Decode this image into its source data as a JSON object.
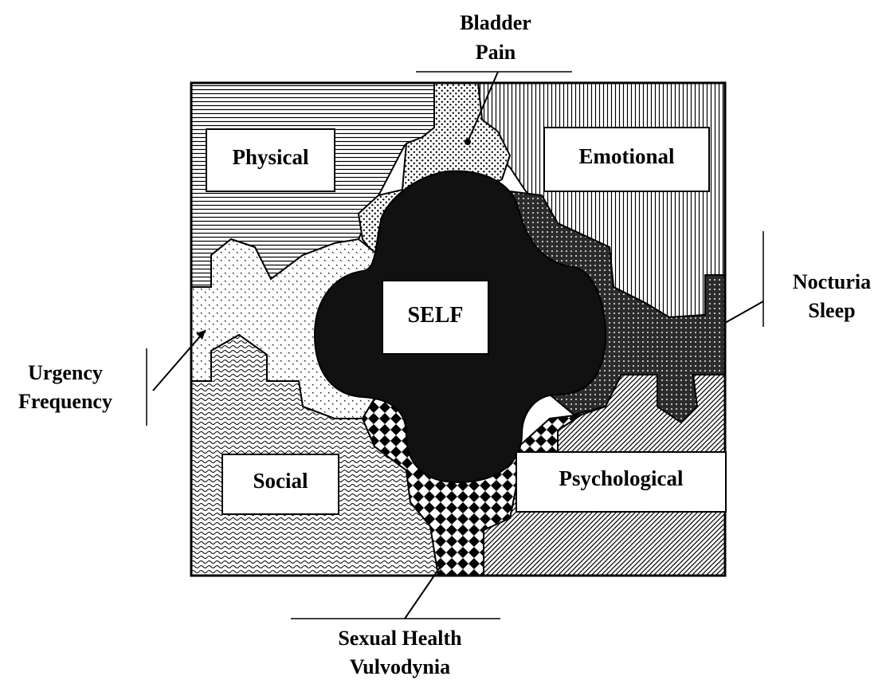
{
  "labels": {
    "physical": "Physical",
    "emotional": "Emotional",
    "self": "SELF",
    "social": "Social",
    "psychological": "Psychological",
    "bladder_pain": [
      "Bladder",
      "Pain"
    ],
    "nocturia_sleep": [
      "Nocturia",
      "Sleep"
    ],
    "urgency_frequency": [
      "Urgency",
      "Frequency"
    ],
    "sexual_health_vulvodynia": [
      "Sexual Health",
      "Vulvodynia"
    ]
  }
}
